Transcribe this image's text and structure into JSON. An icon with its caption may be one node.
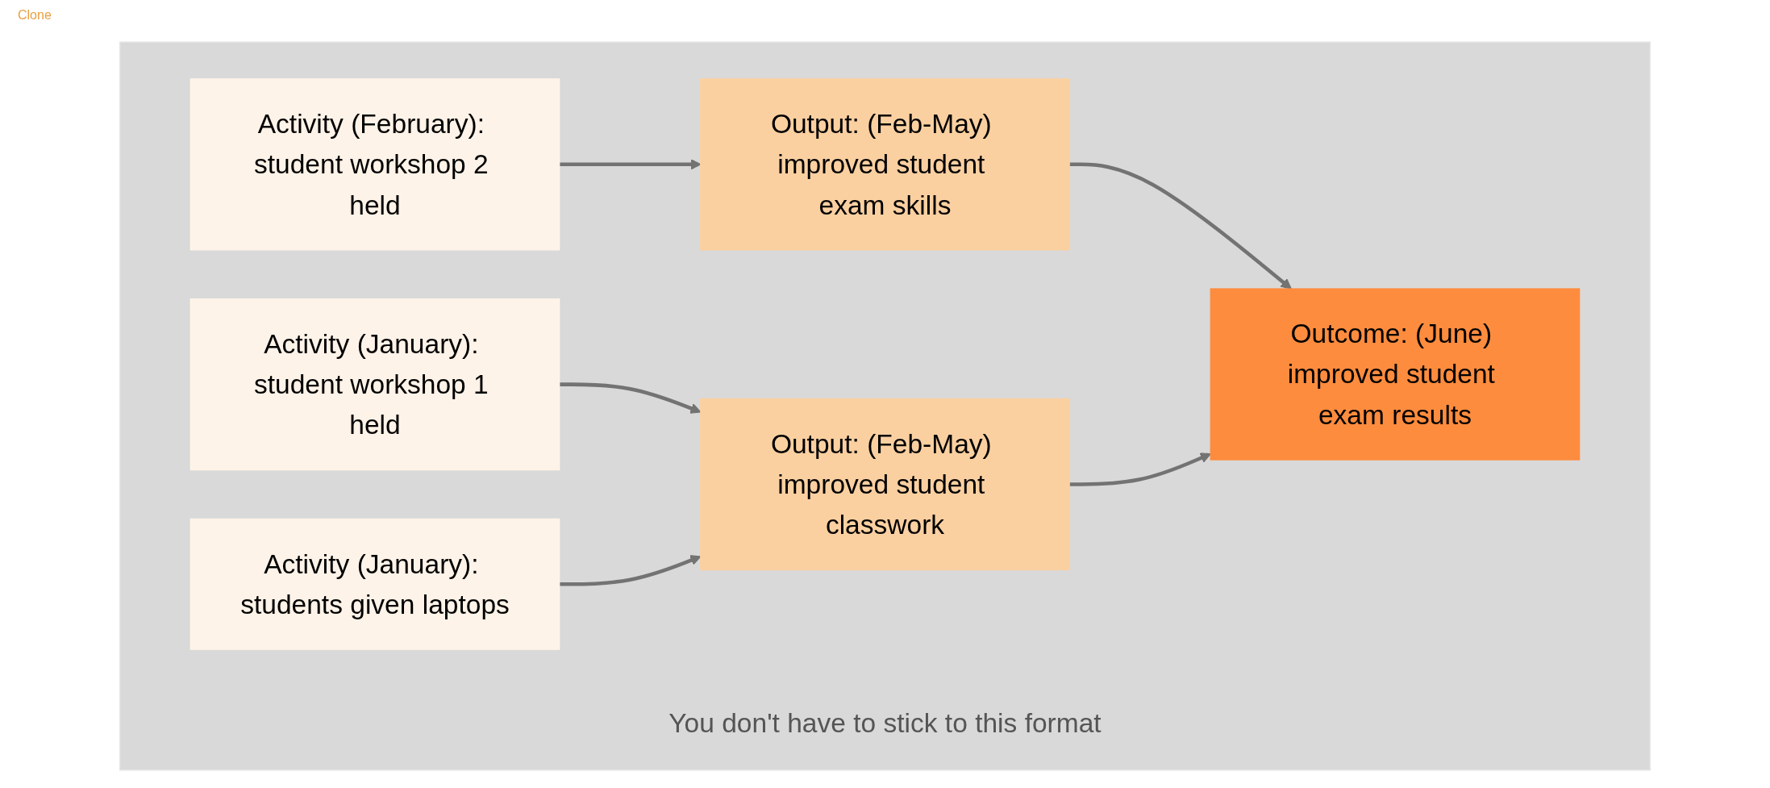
{
  "diagram": {
    "nodes": [
      {
        "text": [
          "You don't have to stick to this format"
        ]
      },
      {
        "text": [
          "Activity (February): student workshop 2 held"
        ],
        "in": 0
      },
      {
        "text": [
          "Output: (Feb-May) improved student exam skills"
        ],
        "in": 0
      },
      {
        "text": [
          "Outcome: (June) improved student exam results"
        ],
        "in": 0
      },
      {
        "text": [
          "Activity (January): student workshop 1 held"
        ],
        "in": 0
      },
      {
        "text": [
          "Output: (Feb-May) improved student classwork"
        ],
        "in": 0
      },
      {
        "text": [
          "Activity (January): students given laptops"
        ],
        "in": 0
      }
    ],
    "edges": [
      {
        "from": 1,
        "to": 2,
        "arrow": "to"
      },
      {
        "from": 2,
        "to": 3,
        "arrow": "to"
      },
      {
        "from": 4,
        "to": 5,
        "arrow": "to"
      },
      {
        "from": 5,
        "to": 3,
        "arrow": "to"
      },
      {
        "from": 6,
        "to": 5,
        "arrow": "to"
      }
    ],
    "labels": [
      "Clone"
    ]
  }
}
